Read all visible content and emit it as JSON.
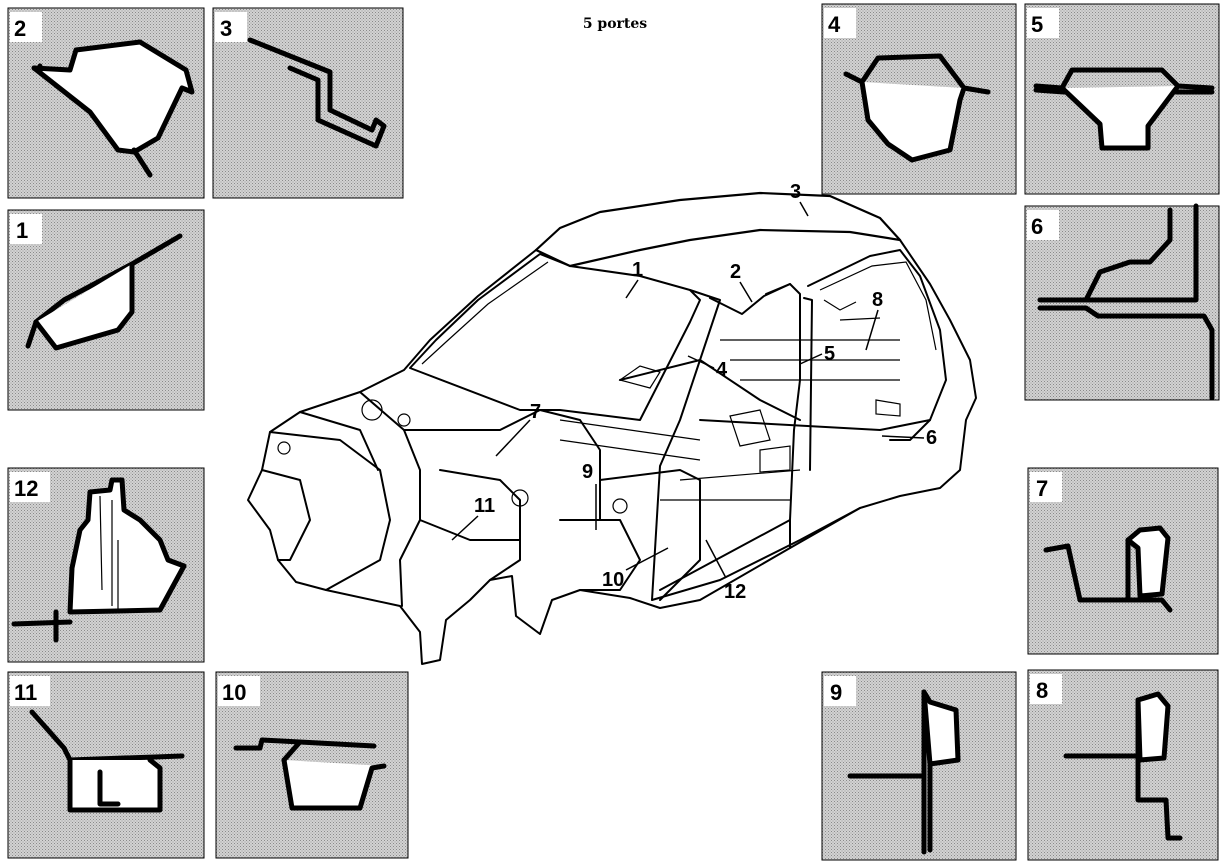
{
  "title": "5 portes",
  "panels": [
    {
      "label": "2"
    },
    {
      "label": "3"
    },
    {
      "label": "4"
    },
    {
      "label": "5"
    },
    {
      "label": "1"
    },
    {
      "label": "6"
    },
    {
      "label": "12"
    },
    {
      "label": "7"
    },
    {
      "label": "11"
    },
    {
      "label": "10"
    },
    {
      "label": "9"
    },
    {
      "label": "8"
    }
  ],
  "callouts": [
    "1",
    "2",
    "3",
    "4",
    "5",
    "6",
    "7",
    "8",
    "9",
    "10",
    "11",
    "12"
  ],
  "colors": {
    "panel_background": "#c4c4c4",
    "ink": "#000000"
  }
}
